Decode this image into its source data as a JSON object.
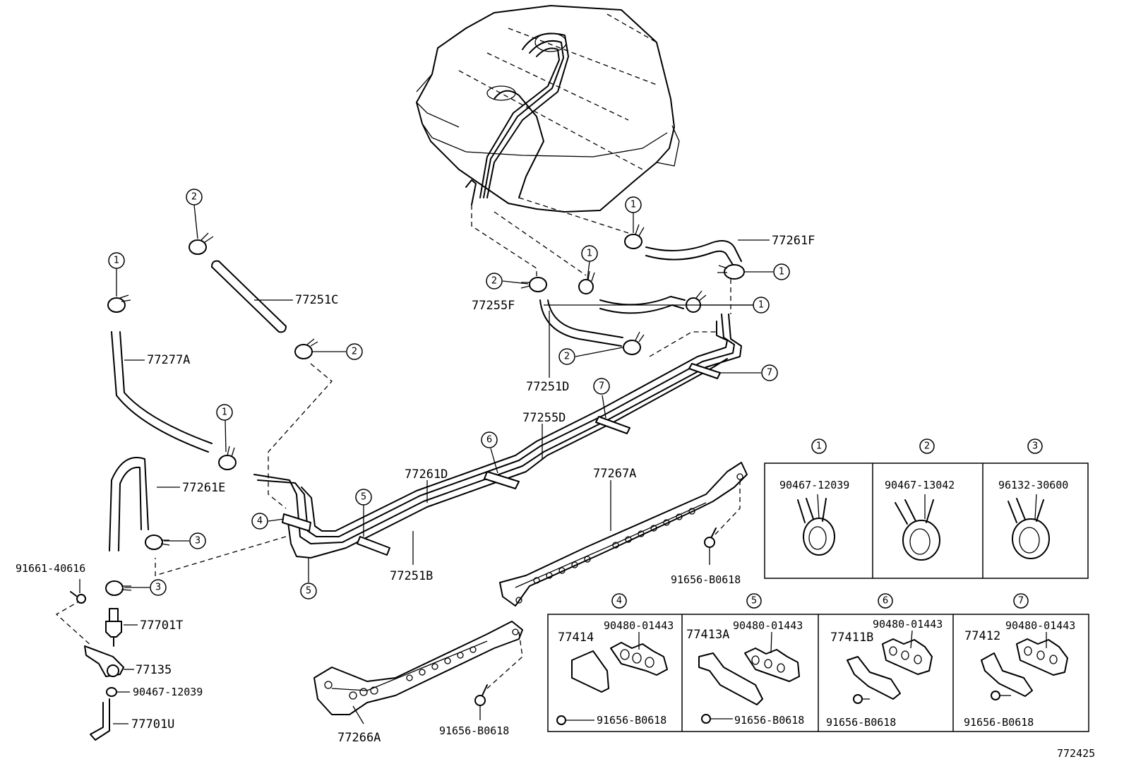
{
  "diagram_id": "772425",
  "parts": {
    "p77261F": "77261F",
    "p77251C": "77251C",
    "p77277A": "77277A",
    "p77255F": "77255F",
    "p77251D": "77251D",
    "p77255D": "77255D",
    "p77261D": "77261D",
    "p77267A": "77267A",
    "p77261E": "77261E",
    "p77251B": "77251B",
    "p91661_40616": "91661-40616",
    "p77701T": "77701T",
    "p77135": "77135",
    "p90467_12039": "90467-12039",
    "p77701U": "77701U",
    "p77266A": "77266A",
    "p91656_B0618_a": "91656-B0618",
    "p91656_B0618_b": "91656-B0618"
  },
  "callouts": {
    "c1": "1",
    "c2": "2",
    "c3": "3",
    "c4": "4",
    "c5": "5",
    "c6": "6",
    "c7": "7"
  },
  "clamp_legend": [
    {
      "key": "1",
      "part": "90467-12039"
    },
    {
      "key": "2",
      "part": "90467-13042"
    },
    {
      "key": "3",
      "part": "96132-30600"
    }
  ],
  "bracket_legend": [
    {
      "key": "4",
      "bracket": "77414",
      "clamp": "90480-01443",
      "bolt": "91656-B0618"
    },
    {
      "key": "5",
      "bracket": "77413A",
      "clamp": "90480-01443",
      "bolt": "91656-B0618"
    },
    {
      "key": "6",
      "bracket": "77411B",
      "clamp": "90480-01443",
      "bolt": "91656-B0618"
    },
    {
      "key": "7",
      "bracket": "77412",
      "clamp": "90480-01443",
      "bolt": "91656-B0618"
    }
  ]
}
